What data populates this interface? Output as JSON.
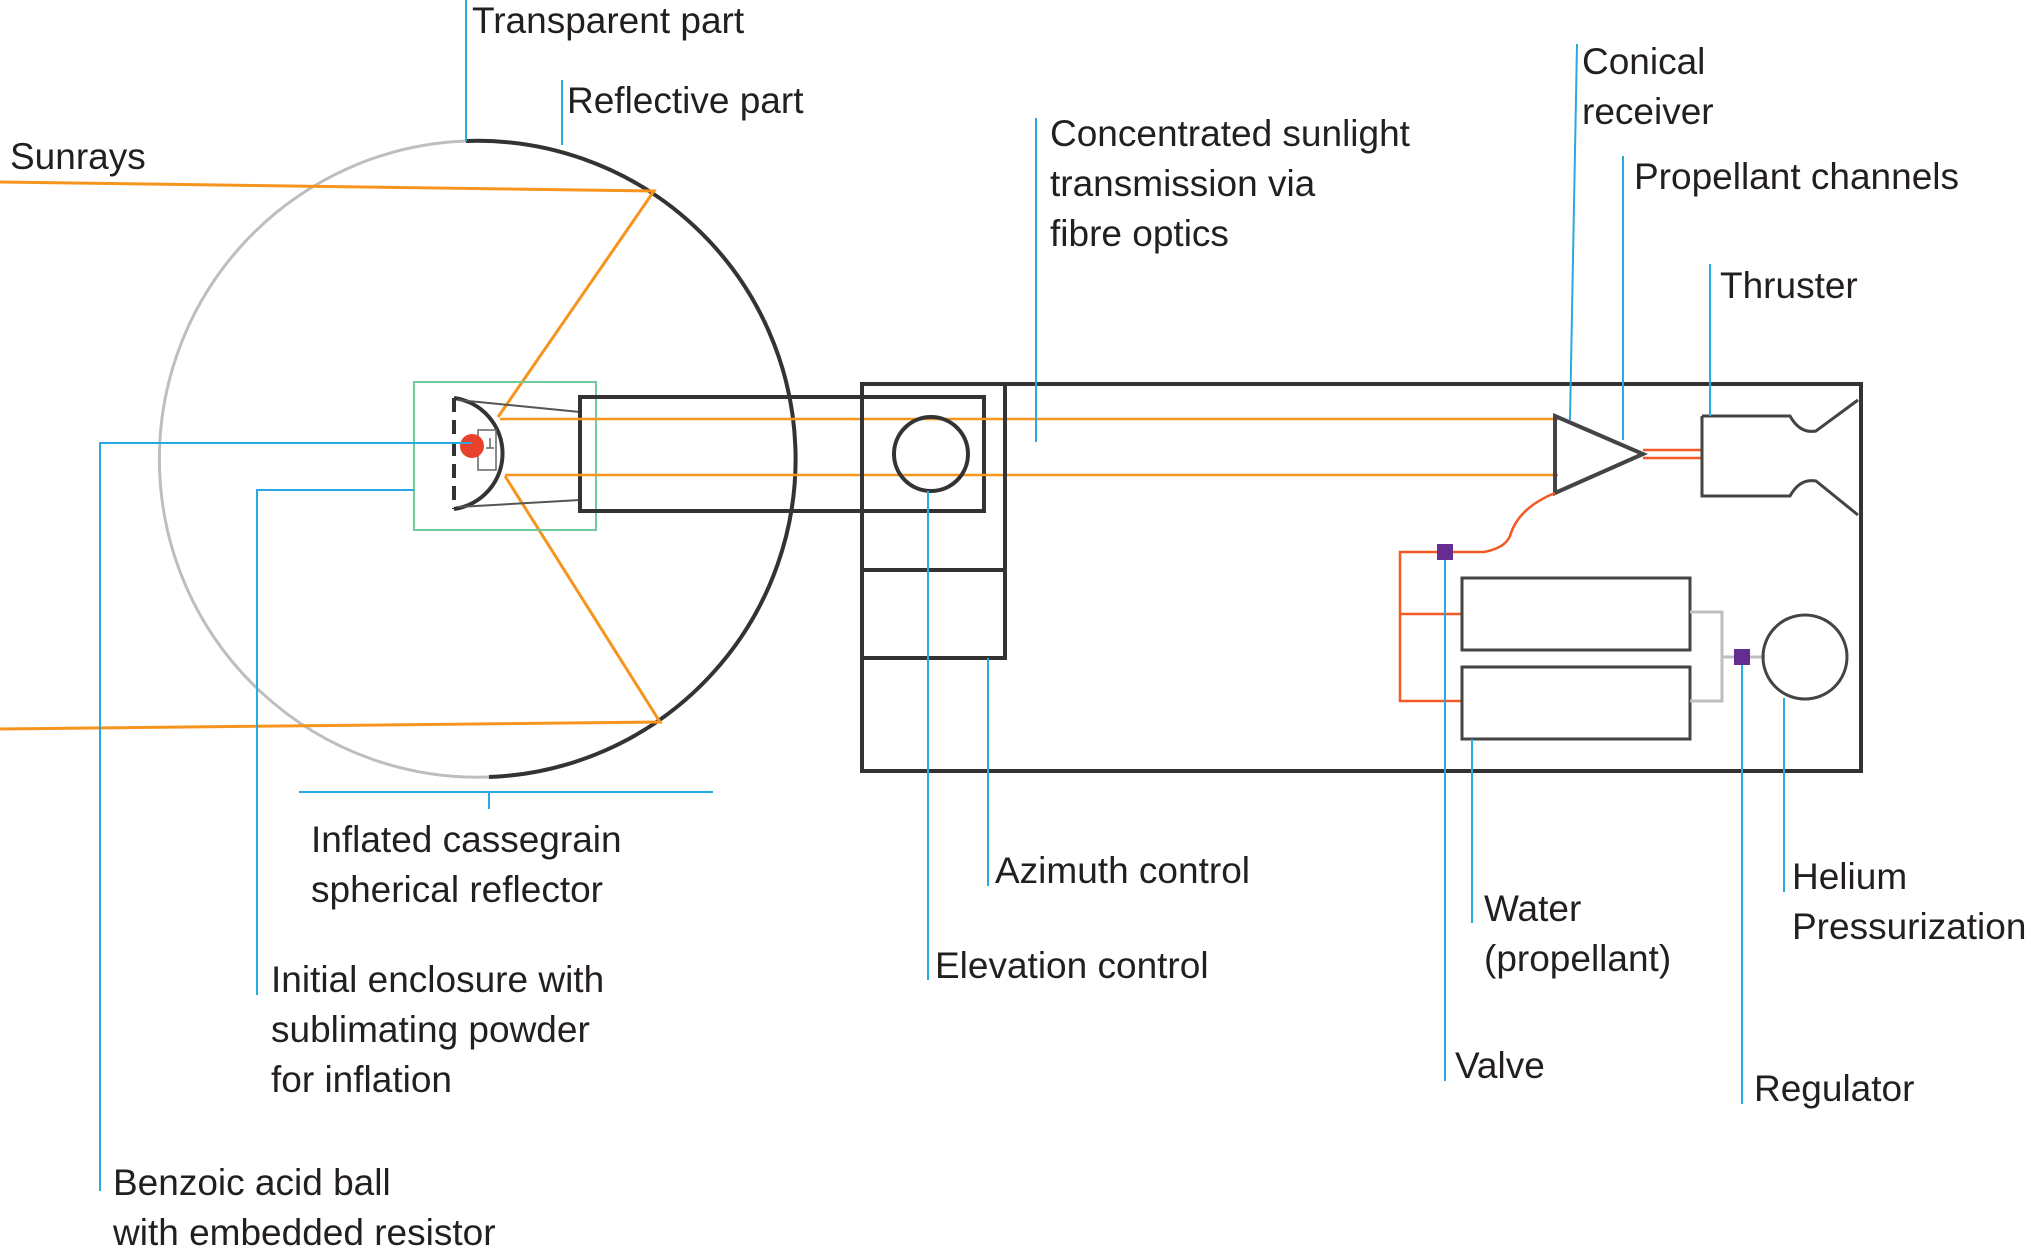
{
  "colors": {
    "sunrays": "#f7941d",
    "propellant_lines": "#f15a24",
    "leader_lines": "#27a9e1",
    "enclosure": "#6dcc9a",
    "benzoic_ball": "#e8412c",
    "valves": "#662d91",
    "structure": "#333333",
    "transparent_part": "#bcbec0"
  },
  "labels": {
    "transparent_part": "Transparent part",
    "reflective_part": "Reflective part",
    "sunrays": "Sunrays",
    "concentrated_1": "Concentrated sunlight",
    "concentrated_2": "transmission via",
    "concentrated_3": "fibre optics",
    "conical_1": "Conical",
    "conical_2": "receiver",
    "propellant_channels": "Propellant channels",
    "thruster": "Thruster",
    "reflector_1": "Inflated cassegrain",
    "reflector_2": "spherical reflector",
    "enclosure_1": "Initial enclosure with",
    "enclosure_2": "sublimating powder",
    "enclosure_3": "for inflation",
    "benzoic_1": "Benzoic acid ball",
    "benzoic_2": "with embedded resistor",
    "azimuth": "Azimuth control",
    "elevation": "Elevation control",
    "water_1": "Water",
    "water_2": "(propellant)",
    "valve": "Valve",
    "helium_1": "Helium",
    "helium_2": "Pressurization",
    "regulator": "Regulator"
  }
}
